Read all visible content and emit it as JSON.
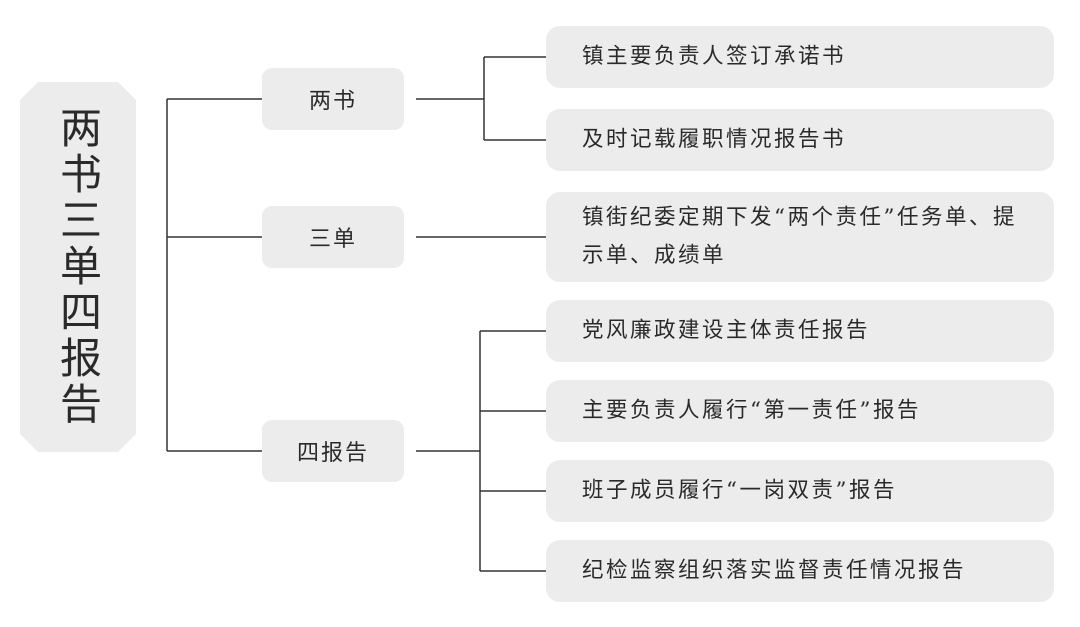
{
  "root": {
    "title": "两书三单四报告"
  },
  "branches": [
    {
      "label": "两书",
      "items": [
        "镇主要负责人签订承诺书",
        "及时记载履职情况报告书"
      ]
    },
    {
      "label": "三单",
      "items": [
        "镇街纪委定期下发“两个责任”任务单、提示单、成绩单"
      ]
    },
    {
      "label": "四报告",
      "items": [
        "党风廉政建设主体责任报告",
        "主要负责人履行“第一责任”报告",
        "班子成员履行“一岗双责”报告",
        "纪检监察组织落实监督责任情况报告"
      ]
    }
  ]
}
